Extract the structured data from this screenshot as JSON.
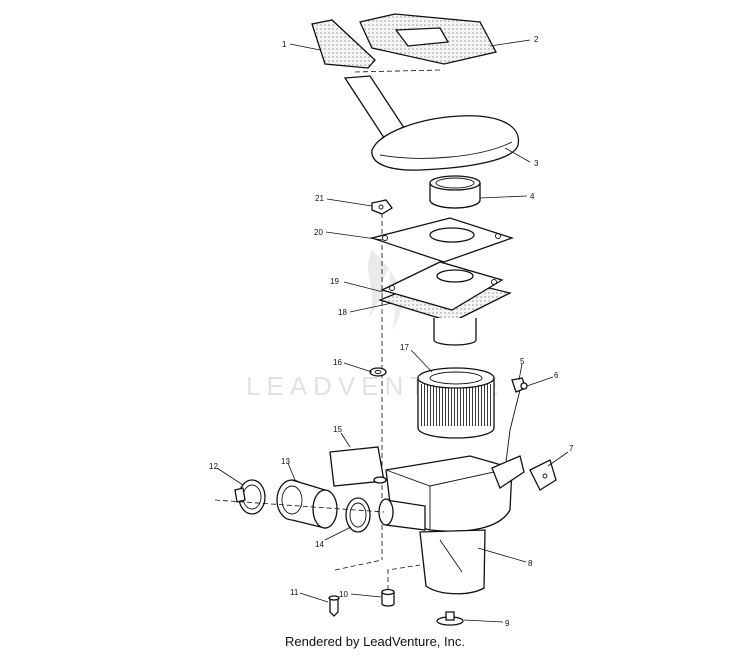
{
  "watermark": {
    "text": "LEADVENTURE",
    "color": "#d0d0d0"
  },
  "footer": {
    "text": "Rendered by LeadVenture, Inc."
  },
  "callouts": [
    "1",
    "2",
    "3",
    "4",
    "5",
    "6",
    "7",
    "8",
    "9",
    "10",
    "11",
    "12",
    "13",
    "14",
    "15",
    "16",
    "17",
    "18",
    "19",
    "20",
    "21"
  ],
  "colors": {
    "line": "#111111",
    "fill": "#ffffff",
    "foam": "#e8e8e8"
  }
}
